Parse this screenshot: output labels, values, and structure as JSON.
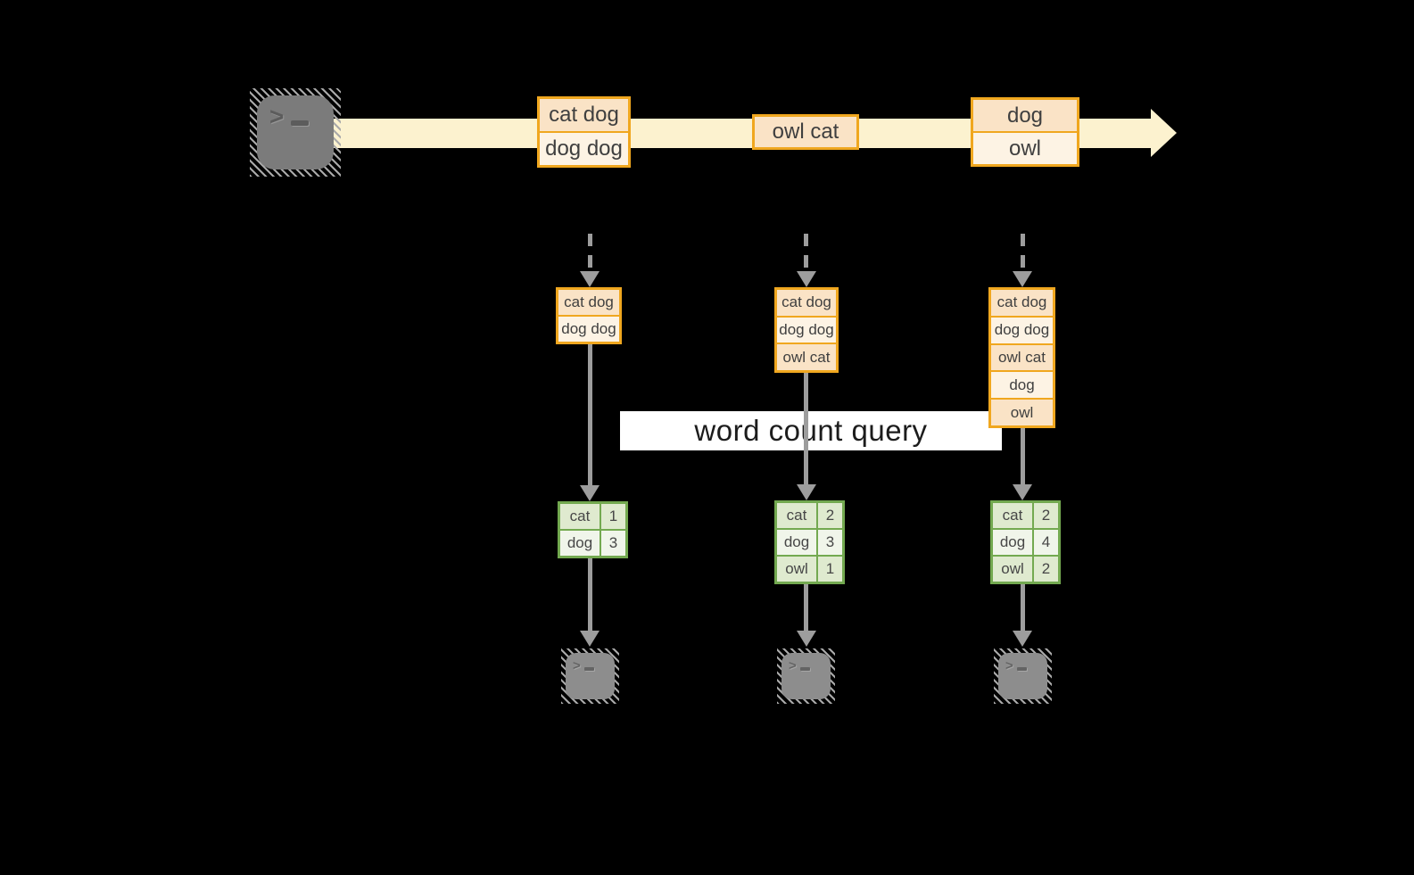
{
  "colors": {
    "background": "#000000",
    "amber_border": "#f0a71f",
    "peach_fill": "#fae3c6",
    "cream_fill": "#fdf3e4",
    "stream_band": "#fcf2cf",
    "green_border": "#73a950",
    "green_fill_dark": "#dfeacf",
    "green_fill_light": "#f0f5ea",
    "arrow_gray": "#9d9d9d",
    "terminal_gray": "#7b7b7b",
    "label_bg": "#ffffff",
    "text": "#3f3f3f"
  },
  "terminal": {
    "prompt_symbol": ">"
  },
  "query": {
    "label": "word count query"
  },
  "stream": {
    "events": [
      {
        "lines": [
          "cat dog",
          "dog dog"
        ]
      },
      {
        "lines": [
          "owl cat"
        ]
      },
      {
        "lines": [
          "dog",
          "owl"
        ]
      }
    ]
  },
  "columns": [
    {
      "buffer": [
        "cat dog",
        "dog dog"
      ],
      "counts": [
        {
          "word": "cat",
          "count": "1"
        },
        {
          "word": "dog",
          "count": "3"
        }
      ]
    },
    {
      "buffer": [
        "cat dog",
        "dog dog",
        "owl cat"
      ],
      "counts": [
        {
          "word": "cat",
          "count": "2"
        },
        {
          "word": "dog",
          "count": "3"
        },
        {
          "word": "owl",
          "count": "1"
        }
      ]
    },
    {
      "buffer": [
        "cat dog",
        "dog dog",
        "owl cat",
        "dog",
        "owl"
      ],
      "counts": [
        {
          "word": "cat",
          "count": "2"
        },
        {
          "word": "dog",
          "count": "4"
        },
        {
          "word": "owl",
          "count": "2"
        }
      ]
    }
  ]
}
